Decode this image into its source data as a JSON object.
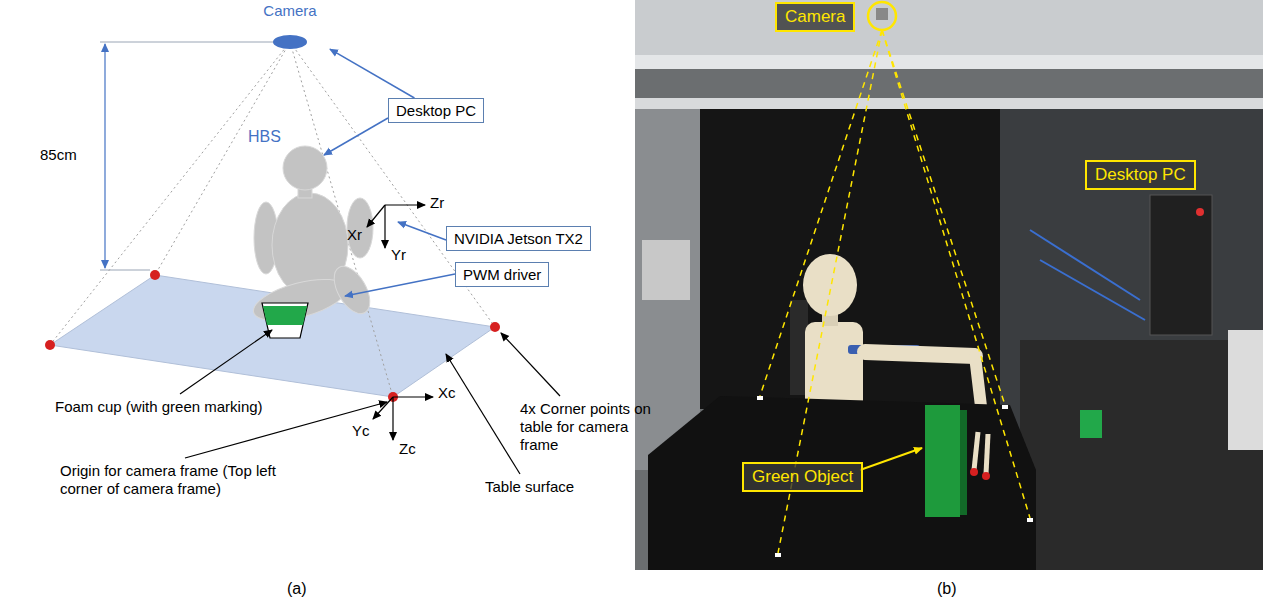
{
  "diagram": {
    "nodes": [
      {
        "text": [
          "Camera"
        ]
      },
      {
        "text": [
          "Desktop PC"
        ]
      },
      {
        "text": [
          "NVIDIA Jetson TX2"
        ]
      },
      {
        "text": [
          "PWM driver"
        ]
      },
      {
        "text": [
          "Camera"
        ]
      },
      {
        "text": [
          "Desktop PC"
        ]
      },
      {
        "text": [
          "Green Object"
        ]
      }
    ],
    "edges": [
      {
        "from": 1,
        "to": 0,
        "arrow": "to"
      }
    ],
    "labels": [
      "85cm",
      "HBS",
      "Zr",
      "Xr",
      "Yr",
      "Foam cup (with green marking)",
      "4x Corner points on table for camera frame",
      "Xc",
      "Yc",
      "Zc",
      "Origin for camera frame (Top left corner of camera frame)",
      "Table surface",
      "(a)",
      "(b)"
    ]
  }
}
